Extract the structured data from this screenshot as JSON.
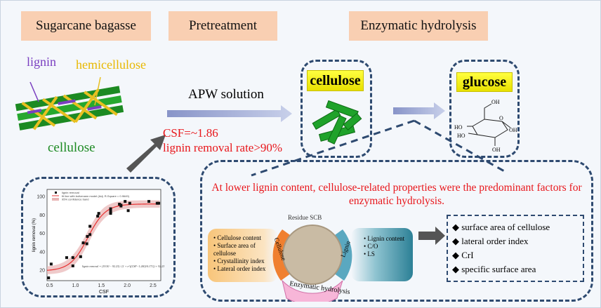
{
  "headers": {
    "bagasse": "Sugarcane bagasse",
    "pretreatment": "Pretreatment",
    "hydrolysis": "Enzymatic hydrolysis"
  },
  "fiber": {
    "lignin": "lignin",
    "hemicellulose": "hemicellulose",
    "cellulose": "cellulose"
  },
  "process": {
    "solution": "APW solution",
    "csf": "CSF=~1.86",
    "removal": "lignin removal rate>90%"
  },
  "products": {
    "cellulose": "cellulose",
    "glucose": "glucose",
    "glucose_atoms": [
      "OH",
      "HO",
      "HO",
      "OH",
      "OH",
      "O"
    ]
  },
  "conclusion": {
    "text": "At lower lignin  content, cellulose-related  properties were the predominant factors for enzymatic hydrolysis."
  },
  "wheel": {
    "center": "Residue SCB",
    "left_arc": "Cellulose",
    "right_arc": "Lignin",
    "bottom_arc": "Enzymatic hydrolysis",
    "left_items": [
      "Cellulose content",
      "Surface area of cellulose",
      "Crystallinity index",
      "Lateral order index"
    ],
    "right_items": [
      "Lignin content",
      "C/O",
      "LS"
    ]
  },
  "results": [
    "surface area of cellulose",
    "lateral order index",
    "CrI",
    "specific  surface area"
  ],
  "colors": {
    "header": "#f9cfb2",
    "dash": "#2e4a70",
    "red": "#e8161b",
    "cellulose_green": "#1fa22a",
    "label_yellow": "#ffff40"
  },
  "chart_data": {
    "type": "scatter",
    "xlabel": "CSF",
    "ylabel": "lignin removal (%)",
    "xlim": [
      0.45,
      2.65
    ],
    "ylim": [
      9,
      108
    ],
    "xticks": [
      "0.5",
      "1.0",
      "1.5",
      "2.0",
      "2.5"
    ],
    "yticks": [
      "20",
      "40",
      "60",
      "80",
      "100"
    ],
    "legend": [
      "lignin removal",
      "fit line with boltzmann model (Adj. R-Square = 0.9649)",
      "95% confidence band"
    ],
    "legend_placement": "top-left",
    "equation": "lignin removal = (19.50 − 92.23) / (1 + e^((CSF−1.240)/0.171)) + 92.23",
    "fit": {
      "A1": 19.5,
      "A2": 92.23,
      "x0": 1.24,
      "dx": 0.171
    },
    "points": [
      [
        0.48,
        12
      ],
      [
        0.53,
        27
      ],
      [
        0.83,
        34
      ],
      [
        0.95,
        34
      ],
      [
        0.95,
        25
      ],
      [
        1.1,
        35
      ],
      [
        1.15,
        50
      ],
      [
        1.22,
        49
      ],
      [
        1.23,
        57
      ],
      [
        1.28,
        59
      ],
      [
        1.28,
        68
      ],
      [
        1.43,
        79
      ],
      [
        1.45,
        82
      ],
      [
        1.68,
        84
      ],
      [
        1.68,
        82
      ],
      [
        1.68,
        87
      ],
      [
        1.85,
        92
      ],
      [
        1.88,
        90
      ],
      [
        1.88,
        91
      ],
      [
        1.96,
        95
      ],
      [
        2.02,
        85
      ],
      [
        2.05,
        93
      ],
      [
        2.42,
        95
      ],
      [
        2.58,
        93
      ],
      [
        2.61,
        93
      ]
    ]
  }
}
